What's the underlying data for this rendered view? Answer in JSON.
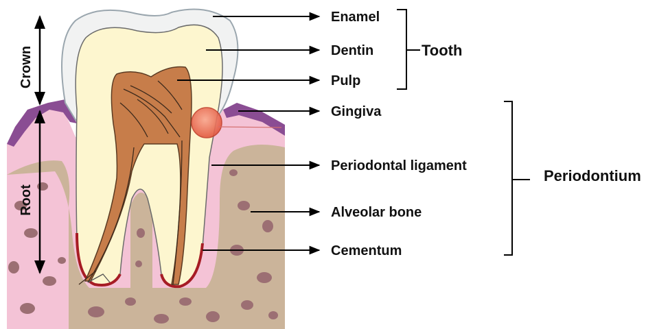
{
  "diagram": {
    "axis_labels": {
      "crown": "Crown",
      "root": "Root"
    },
    "tooth_parts": [
      "Enamel",
      "Dentin",
      "Pulp"
    ],
    "periodontium_parts": [
      "Gingiva",
      "Periodontal ligament",
      "Alveolar bone",
      "Cementum"
    ],
    "groups": {
      "tooth": "Tooth",
      "periodontium": "Periodontium"
    }
  }
}
